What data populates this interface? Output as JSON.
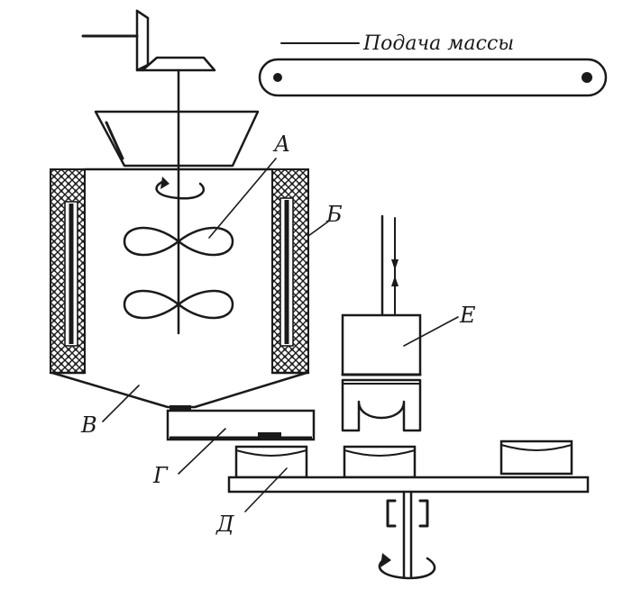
{
  "labels": {
    "a": "А",
    "b": "Б",
    "v": "В",
    "g": "Г",
    "d": "Д",
    "e": "Е",
    "feed": "Подача массы"
  },
  "colors": {
    "ink": "#1a1a1a",
    "paper": "#ffffff"
  }
}
